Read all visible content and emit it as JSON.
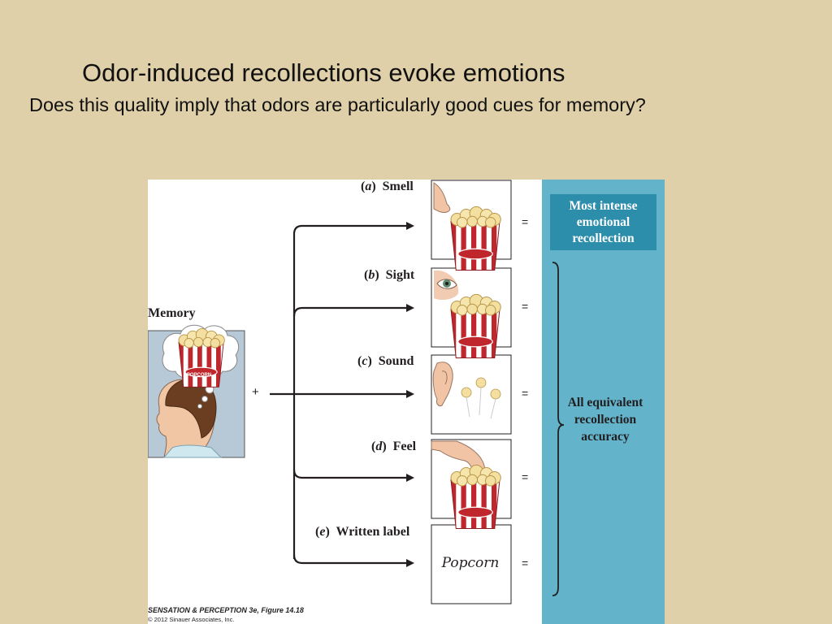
{
  "slide": {
    "title": "Odor-induced recollections evoke emotions",
    "subtitle": "Does this quality imply that odors are particularly good cues for memory?"
  },
  "figure": {
    "memory_label": "Memory",
    "plus_sign": "+",
    "popcorn_box_text": "POPCORN",
    "cues": [
      {
        "letter": "a",
        "name": "Smell",
        "icon": "nose-icon"
      },
      {
        "letter": "b",
        "name": "Sight",
        "icon": "eye-icon"
      },
      {
        "letter": "c",
        "name": "Sound",
        "icon": "ear-icon"
      },
      {
        "letter": "d",
        "name": "Feel",
        "icon": "hand-icon"
      },
      {
        "letter": "e",
        "name": "Written label",
        "icon": "written-word"
      }
    ],
    "written_label_word": "Popcorn",
    "equals": "=",
    "intense_result": "Most intense emotional recollection",
    "equivalent_result": "All equivalent recollection accuracy",
    "caption_source": "SENSATION & PERCEPTION 3e, Figure 14.18",
    "caption_copyright": "© 2012 Sinauer Associates, Inc.",
    "colors": {
      "background": "#dfd0a9",
      "panel_blue": "#63b3cb",
      "box_blue": "#2d8eac",
      "popcorn_red": "#c0272d"
    }
  }
}
